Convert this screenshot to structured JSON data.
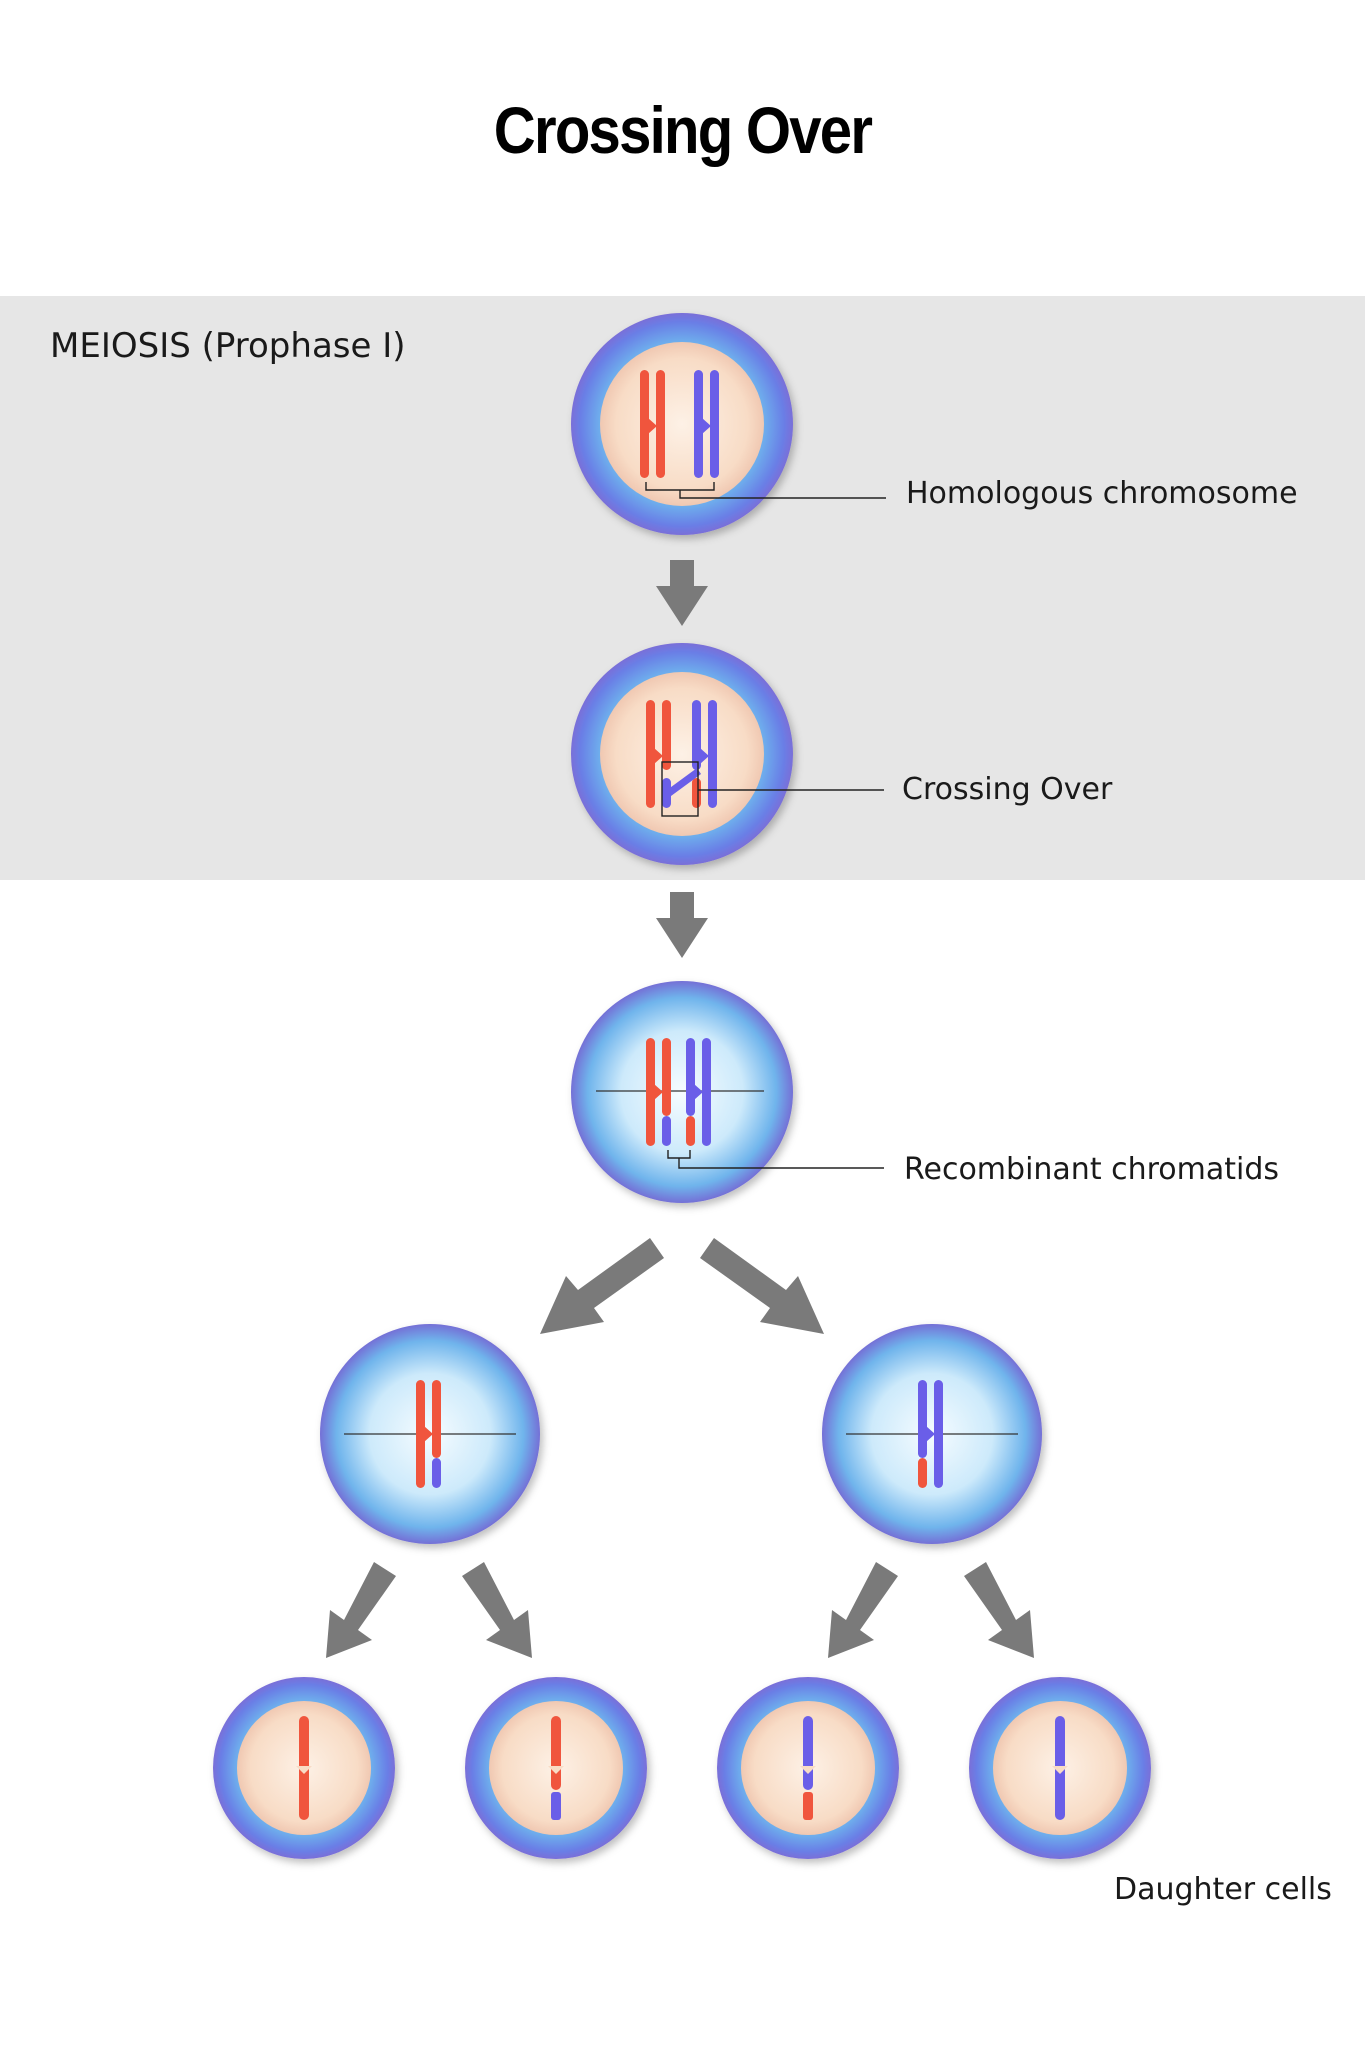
{
  "title": "Crossing Over",
  "section_label": "MEIOSIS (Prophase I)",
  "callouts": {
    "homologous": "Homologous chromosome",
    "crossing": "Crossing Over",
    "recombinant": "Recombinant chromatids",
    "daughter": "Daughter cells"
  },
  "colors": {
    "panel": "#e6e6e6",
    "maternal": "#f0553d",
    "paternal": "#6a5ee8",
    "membrane": "#6f86e6",
    "nucleus": "#fbe3d0",
    "cytoplasm_center": "#eef9ff",
    "arrow": "#7a7a7a"
  }
}
